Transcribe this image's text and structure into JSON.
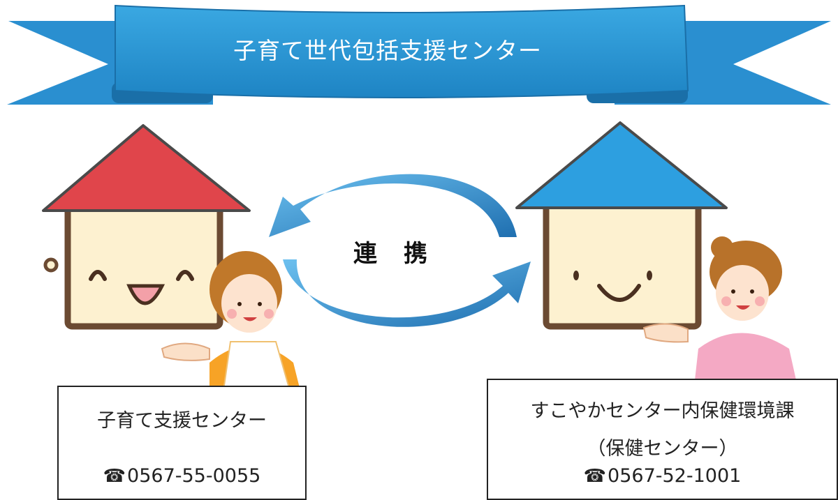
{
  "banner": {
    "title": "子育て世代包括支援センター"
  },
  "cycle": {
    "label": "連　携"
  },
  "left_center": {
    "name": "子育て支援センター",
    "phone_icon": "telephone-icon",
    "phone": "0567-55-0055"
  },
  "right_center": {
    "name": "すこやかセンター内保健環境課",
    "sub": "（保健センター）",
    "phone_icon": "telephone-icon",
    "phone": "0567-52-1001"
  },
  "colors": {
    "ribbon": "#2a96d4",
    "ribbon_dark": "#1a6fa8",
    "left_roof": "#e0454b",
    "right_roof": "#2d9fe0",
    "house_body": "#fdf1d0",
    "house_outline": "#6b4a32",
    "arrow": "#2a86c8"
  }
}
